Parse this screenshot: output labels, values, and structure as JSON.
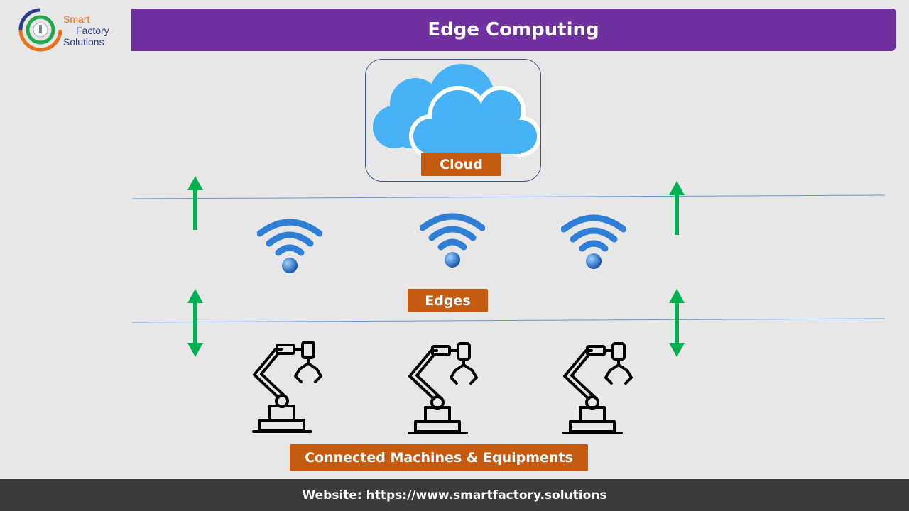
{
  "logo": {
    "line1": "Smart",
    "line2": "Factory",
    "line3": "Solutions"
  },
  "header": {
    "title": "Edge Computing"
  },
  "diagram": {
    "cloud_label": "Cloud",
    "edges_label": "Edges",
    "machines_label": "Connected Machines & Equipments"
  },
  "footer": {
    "text": "Website: https://www.smartfactory.solutions"
  },
  "colors": {
    "title_bar": "#7030a0",
    "label_bg": "#c55a11",
    "arrow": "#00b050",
    "cloud": "#47b2f6",
    "wifi": "#2f7fd6",
    "line": "#5b9bd5",
    "footer_bg": "#3b3b3b"
  },
  "icons": [
    "cloud-icon",
    "wifi-icon",
    "robot-arm-icon",
    "up-arrow-icon",
    "double-arrow-icon"
  ]
}
